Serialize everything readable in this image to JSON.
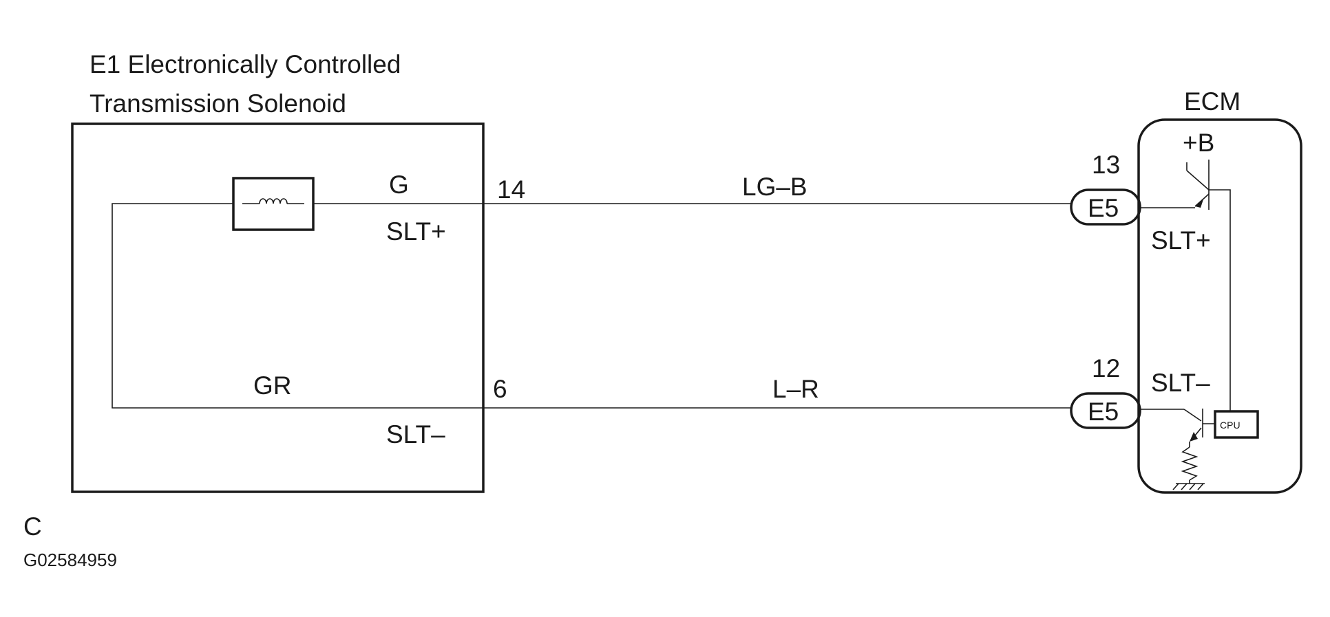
{
  "solenoid": {
    "title_line1": "E1 Electronically Controlled",
    "title_line2": "Transmission Solenoid",
    "wire_color_top": "G",
    "terminal_top": "SLT+",
    "wire_color_bottom": "GR",
    "terminal_bottom": "SLT–"
  },
  "harness": {
    "top": {
      "pin": "14",
      "color": "LG–B"
    },
    "bottom": {
      "pin": "6",
      "color": "L–R"
    }
  },
  "ecm": {
    "title": "ECM",
    "power": "+B",
    "top_connector": {
      "pin": "13",
      "name": "E5",
      "terminal": "SLT+"
    },
    "bottom_connector": {
      "pin": "12",
      "name": "E5",
      "terminal": "SLT–"
    },
    "cpu_label": "CPU"
  },
  "footer": {
    "letter": "C",
    "figure_id": "G02584959"
  }
}
